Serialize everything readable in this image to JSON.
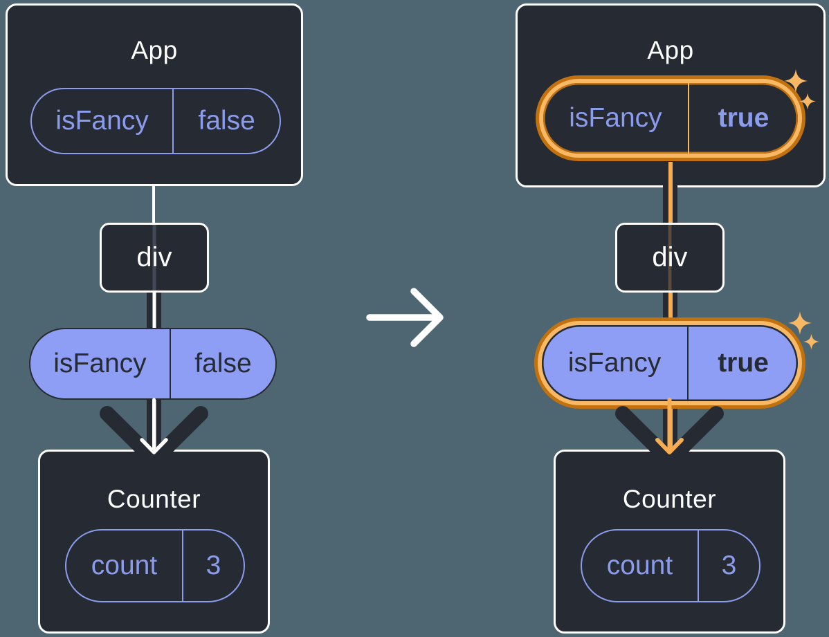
{
  "colors": {
    "background": "#4d6671",
    "panel": "#252a33",
    "white": "#ffffff",
    "purple-outline": "#8c9cec",
    "purple-fill": "#8f9ef5",
    "orange-dark": "#c1710e",
    "orange-light": "#f9b863",
    "orange-core": "#f8ad52"
  },
  "icons": {
    "transition": "right-arrow-icon",
    "sparkle": "four-point-star-icon"
  },
  "before": {
    "app": {
      "title": "App",
      "prop_name": "isFancy",
      "prop_value": "false"
    },
    "div": {
      "label": "div"
    },
    "passed_prop": {
      "name": "isFancy",
      "value": "false"
    },
    "counter": {
      "title": "Counter",
      "state_name": "count",
      "state_value": "3"
    }
  },
  "after": {
    "app": {
      "title": "App",
      "prop_name": "isFancy",
      "prop_value": "true"
    },
    "div": {
      "label": "div"
    },
    "passed_prop": {
      "name": "isFancy",
      "value": "true"
    },
    "counter": {
      "title": "Counter",
      "state_name": "count",
      "state_value": "3"
    }
  }
}
